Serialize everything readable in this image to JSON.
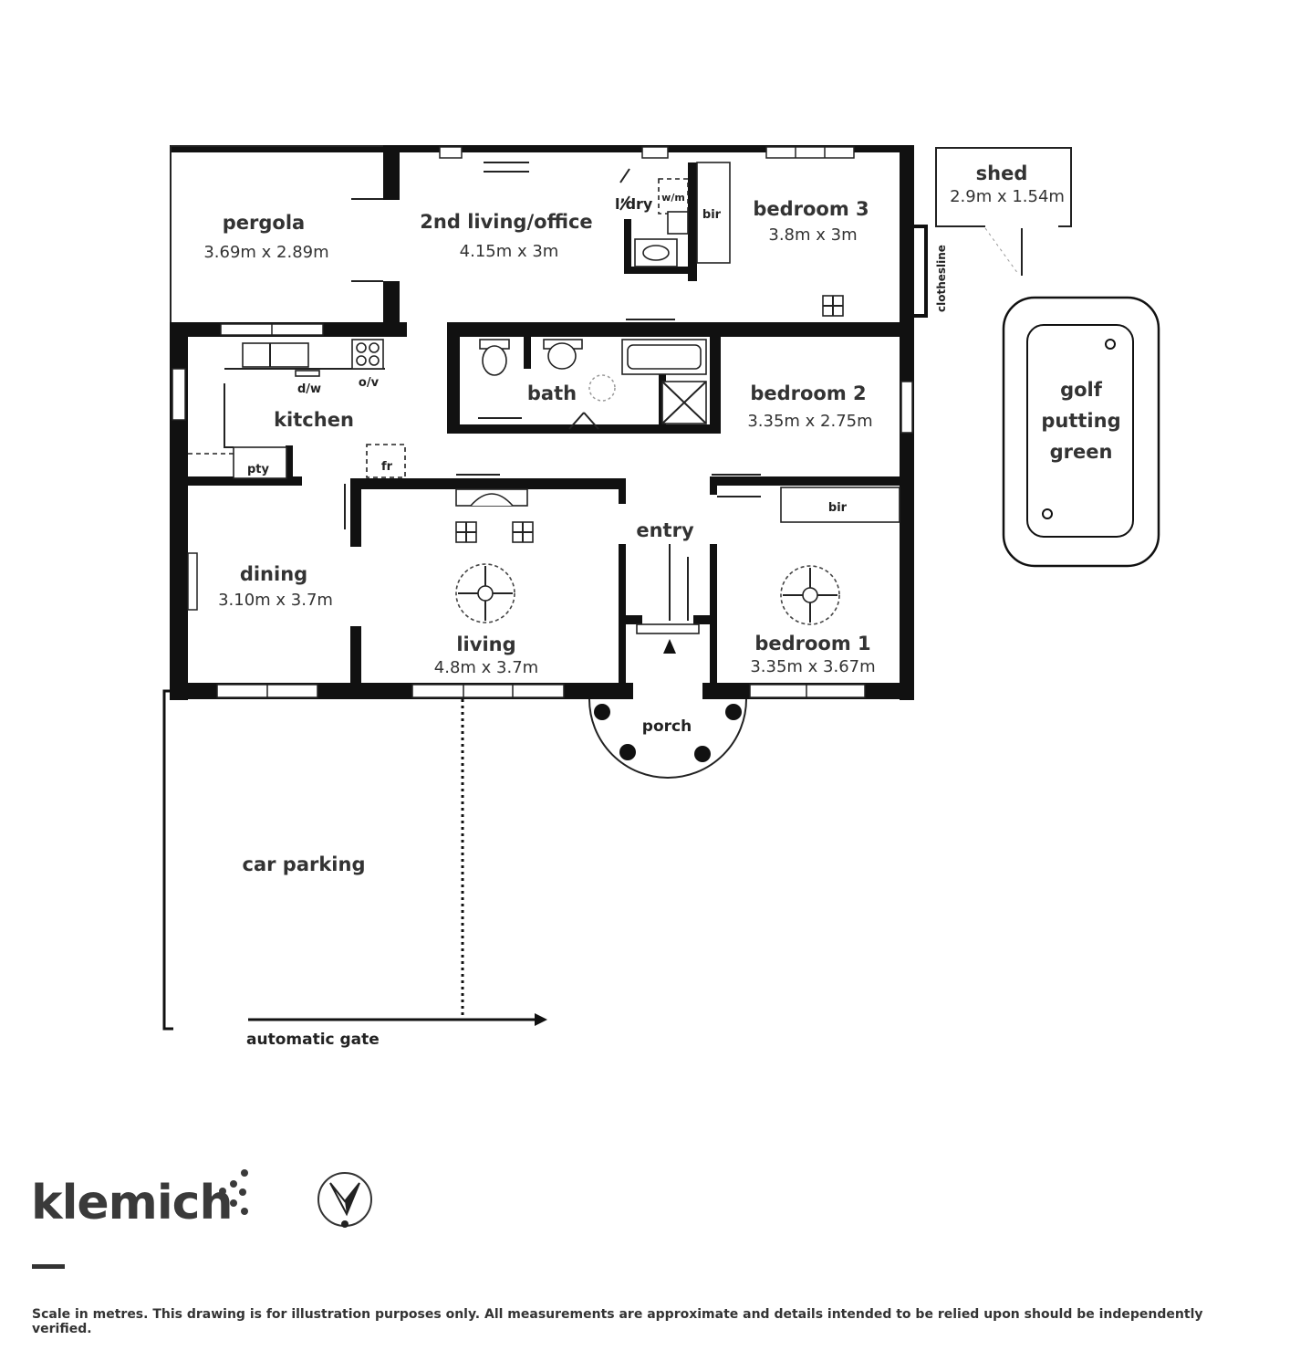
{
  "rooms": {
    "pergola": {
      "name": "pergola",
      "dims": "3.69m x 2.89m"
    },
    "living2": {
      "name": "2nd living/office",
      "dims": "4.15m x 3m"
    },
    "laundry": {
      "name": "l’dry"
    },
    "washer": {
      "name": "w/m"
    },
    "bir3": {
      "name": "bir"
    },
    "bedroom3": {
      "name": "bedroom 3",
      "dims": "3.8m x 3m"
    },
    "shed": {
      "name": "shed",
      "dims": "2.9m x 1.54m"
    },
    "clothesline": {
      "name": "clothesline"
    },
    "kitchen": {
      "name": "kitchen"
    },
    "dw": {
      "name": "d/w"
    },
    "ov": {
      "name": "o/v"
    },
    "pty": {
      "name": "pty"
    },
    "fr": {
      "name": "fr"
    },
    "bath": {
      "name": "bath"
    },
    "bedroom2": {
      "name": "bedroom 2",
      "dims": "3.35m x 2.75m"
    },
    "golf": {
      "line1": "golf",
      "line2": "putting",
      "line3": "green"
    },
    "entry": {
      "name": "entry"
    },
    "bir1": {
      "name": "bir"
    },
    "dining": {
      "name": "dining",
      "dims": "3.10m x 3.7m"
    },
    "living": {
      "name": "living",
      "dims": "4.8m x 3.7m"
    },
    "bedroom1": {
      "name": "bedroom 1",
      "dims": "3.35m x 3.67m"
    },
    "porch": {
      "name": "porch"
    },
    "carparking": {
      "name": "car parking"
    },
    "gate": {
      "name": "automatic gate"
    }
  },
  "brand": {
    "name": "klemich"
  },
  "footer": {
    "disclaimer": "Scale in metres. This drawing is for illustration purposes only. All measurements are approximate and details intended to be relied upon should be independently verified."
  }
}
